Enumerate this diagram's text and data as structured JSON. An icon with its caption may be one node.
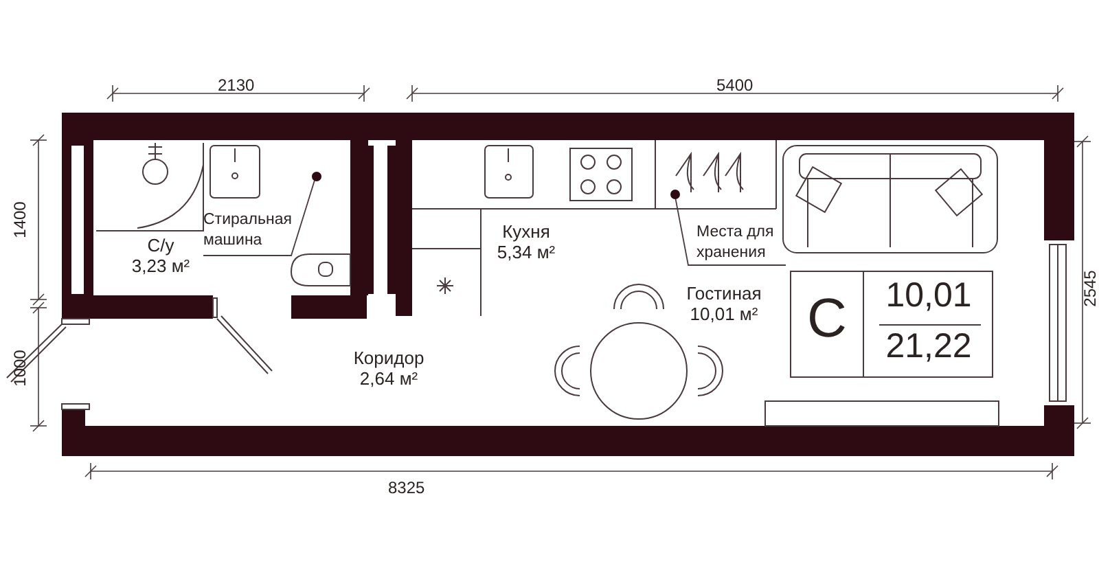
{
  "diagram": {
    "nodes": [
      {
        "text": [
          "С/у",
          "3,23 м²"
        ]
      },
      {
        "text": [],
        "shape": "circle"
      },
      {
        "text": [
          "Стиральная машина"
        ]
      },
      {
        "text": [],
        "shape": "circle"
      },
      {
        "text": [
          "Места для хранения"
        ]
      },
      {
        "text": [
          "Кухня",
          "5,34 м²"
        ]
      },
      {
        "text": [
          "Гостиная",
          "10,01 м²"
        ]
      },
      {
        "text": [
          "Коридор",
          "2,64 м²"
        ]
      },
      {
        "text": [
          "С",
          "10,01",
          "21,22"
        ]
      }
    ],
    "edges": [
      {
        "from": 2,
        "to": 1,
        "arrow": "none"
      },
      {
        "from": 4,
        "to": 3,
        "arrow": "none"
      }
    ],
    "labels": [
      "2130",
      "5400",
      "1400",
      "2545",
      "1000",
      "8325"
    ]
  }
}
